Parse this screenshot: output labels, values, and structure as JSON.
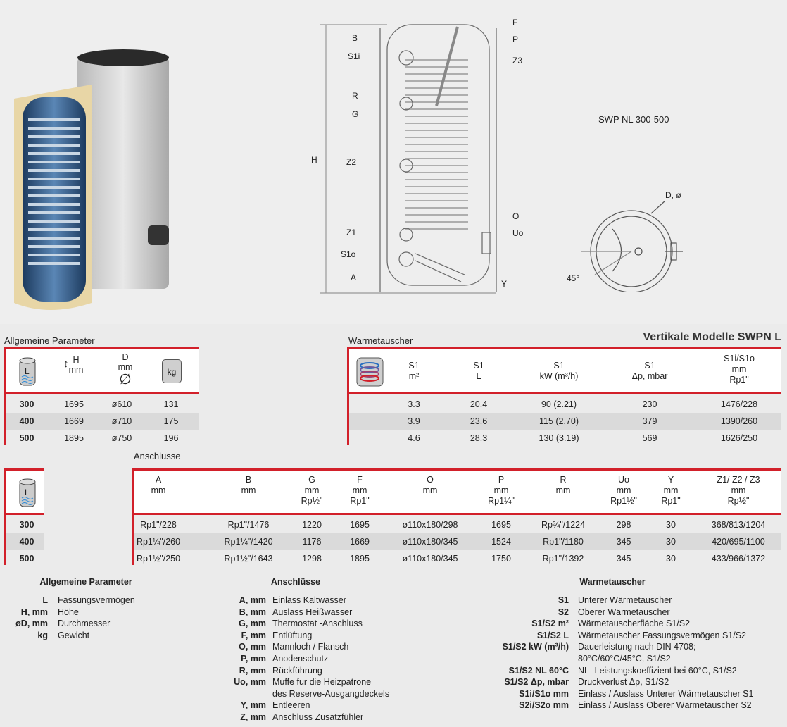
{
  "diagram": {
    "model_label": "SWP NL 300-500",
    "labels": {
      "B": "B",
      "S1i": "S1i",
      "R": "R",
      "G": "G",
      "Z2": "Z2",
      "Z1": "Z1",
      "S1o": "S1o",
      "A": "A",
      "H": "H",
      "F": "F",
      "P": "P",
      "Z3": "Z3",
      "O": "O",
      "Uo": "Uo",
      "Y": "Y",
      "D": "D, ø",
      "angle": "45°"
    }
  },
  "title": "Vertikale Modelle SWPN L",
  "general": {
    "label": "Allgemeine Parameter",
    "icon_l": "L",
    "headers": {
      "H": "H",
      "H_unit": "mm",
      "D": "D",
      "D_unit": "mm",
      "D_sym": "∅",
      "kg": "kg"
    },
    "rows": [
      {
        "L": "300",
        "H": "1695",
        "D": "ø610",
        "kg": "131"
      },
      {
        "L": "400",
        "H": "1669",
        "D": "ø710",
        "kg": "175"
      },
      {
        "L": "500",
        "H": "1895",
        "D": "ø750",
        "kg": "196"
      }
    ]
  },
  "exchanger": {
    "label": "Warmetauscher",
    "headers": [
      [
        "S1",
        "m²"
      ],
      [
        "S1",
        "L"
      ],
      [
        "S1",
        "kW (m³/h)"
      ],
      [
        "S1",
        "Δp, mbar"
      ],
      [
        "S1i/S1o",
        "mm",
        "Rp1\""
      ]
    ],
    "rows": [
      [
        "3.3",
        "20.4",
        "90 (2.21)",
        "230",
        "1476/228"
      ],
      [
        "3.9",
        "23.6",
        "115 (2.70)",
        "379",
        "1390/260"
      ],
      [
        "4.6",
        "28.3",
        "130 (3.19)",
        "569",
        "1626/250"
      ]
    ]
  },
  "connections": {
    "label": "Anschlusse",
    "icon_l": "L",
    "volumes": [
      "300",
      "400",
      "500"
    ],
    "headers": [
      [
        "A",
        "mm"
      ],
      [
        "B",
        "mm"
      ],
      [
        "G",
        "mm",
        "Rp½\""
      ],
      [
        "F",
        "mm",
        "Rp1\""
      ],
      [
        "O",
        "mm"
      ],
      [
        "P",
        "mm",
        "Rp1¼\""
      ],
      [
        "R",
        "mm"
      ],
      [
        "Uo",
        "mm",
        "Rp1½\""
      ],
      [
        "Y",
        "mm",
        "Rp1\""
      ],
      [
        "Z1/ Z2 / Z3",
        "mm",
        "Rp½\""
      ]
    ],
    "rows": [
      [
        "Rp1\"/228",
        "Rp1\"/1476",
        "1220",
        "1695",
        "ø110x180/298",
        "1695",
        "Rp¾\"/1224",
        "298",
        "30",
        "368/813/1204"
      ],
      [
        "Rp1¼\"/260",
        "Rp1¼\"/1420",
        "1176",
        "1669",
        "ø110x180/345",
        "1524",
        "Rp1\"/1180",
        "345",
        "30",
        "420/695/1100"
      ],
      [
        "Rp1½\"/250",
        "Rp1½\"/1643",
        "1298",
        "1895",
        "ø110x180/345",
        "1750",
        "Rp1\"/1392",
        "345",
        "30",
        "433/966/1372"
      ]
    ]
  },
  "legend": [
    {
      "heading": "Allgemeine Parameter",
      "items": [
        [
          "L",
          "Fassungsvermögen"
        ],
        [
          "H, mm",
          "Höhe"
        ],
        [
          "øD, mm",
          "Durchmesser"
        ],
        [
          "kg",
          "Gewicht"
        ]
      ]
    },
    {
      "heading": "Anschlüsse",
      "items": [
        [
          "A, mm",
          "Einlass Kaltwasser"
        ],
        [
          "B, mm",
          "Auslass  Heißwasser"
        ],
        [
          "G, mm",
          "Thermostat -Anschluss"
        ],
        [
          "F, mm",
          "Entlüftung"
        ],
        [
          "O, mm",
          "Mannloch / Flansch"
        ],
        [
          "P, mm",
          "Anodenschutz"
        ],
        [
          "R, mm",
          "Rückführung"
        ],
        [
          "Uo, mm",
          "Muffe fur die Heizpatrone"
        ],
        [
          "",
          "des Reserve-Ausgangdeckels"
        ],
        [
          "Y, mm",
          "Entleeren"
        ],
        [
          "Z, mm",
          "Anschluss Zusatzfühler"
        ]
      ]
    },
    {
      "heading": "Warmetauscher",
      "items": [
        [
          "S1",
          "Unterer Wärmetauscher"
        ],
        [
          "S2",
          "Oberer Wärmetauscher"
        ],
        [
          "S1/S2 m²",
          "Wärmetauscherfläche S1/S2"
        ],
        [
          "S1/S2  L",
          "Wärmetauscher Fassungsvermögen S1/S2"
        ],
        [
          "S1/S2  kW (m³/h)",
          "Dauerleistung nach DIN 4708;"
        ],
        [
          "",
          "80°C/60°C/45°C, S1/S2"
        ],
        [
          "S1/S2 NL 60°C",
          "NL- Leistungskoeffizient bei  60°C, S1/S2"
        ],
        [
          "S1/S2 Δp, mbar",
          "Druckverlust Δp, S1/S2"
        ],
        [
          "S1i/S1o mm",
          "Einlass / Auslass Unterer Wärmetauscher S1"
        ],
        [
          "S2i/S2o mm",
          "Einlass / Auslass Oberer Wärmetauscher S2"
        ]
      ]
    }
  ]
}
